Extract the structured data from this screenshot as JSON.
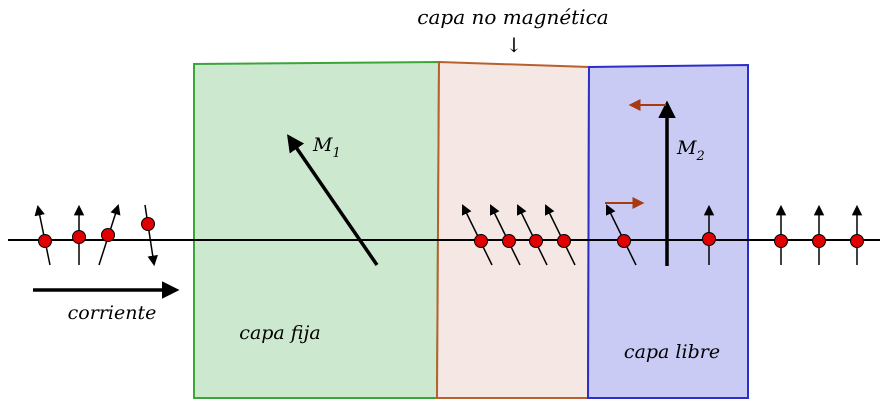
{
  "labels": {
    "nonmagnetic": "capa no magnética",
    "nonmagnetic_arrow": "↓",
    "current": "corriente",
    "fixed": "capa fija",
    "free": "capa libre",
    "m1_main": "M",
    "m1_sub": "1",
    "m2_main": "M",
    "m2_sub": "2"
  },
  "colors": {
    "fixed_layer_fill": "#cce9cf",
    "fixed_layer_stroke": "#3aa63a",
    "nonmagnetic_fill": "#f5e8e4",
    "nonmagnetic_stroke": "#b9602f",
    "free_layer_fill": "#cacbf4",
    "free_layer_stroke": "#2a2fc8",
    "electron": "#e00000",
    "torque_arrow": "#a83a12"
  },
  "electrons": {
    "incoming": [
      {
        "spin": "up-tilted-left"
      },
      {
        "spin": "up"
      },
      {
        "spin": "up-tilted-right"
      },
      {
        "spin": "down-tilted-right"
      }
    ],
    "in_nonmagnetic": [
      {
        "spin": "aligned-with-M1"
      },
      {
        "spin": "aligned-with-M1"
      },
      {
        "spin": "aligned-with-M1"
      },
      {
        "spin": "aligned-with-M1"
      }
    ],
    "in_free": [
      {
        "spin": "aligned-with-M1"
      },
      {
        "spin": "up"
      }
    ],
    "outgoing": [
      {
        "spin": "up"
      },
      {
        "spin": "up"
      },
      {
        "spin": "up"
      }
    ]
  }
}
